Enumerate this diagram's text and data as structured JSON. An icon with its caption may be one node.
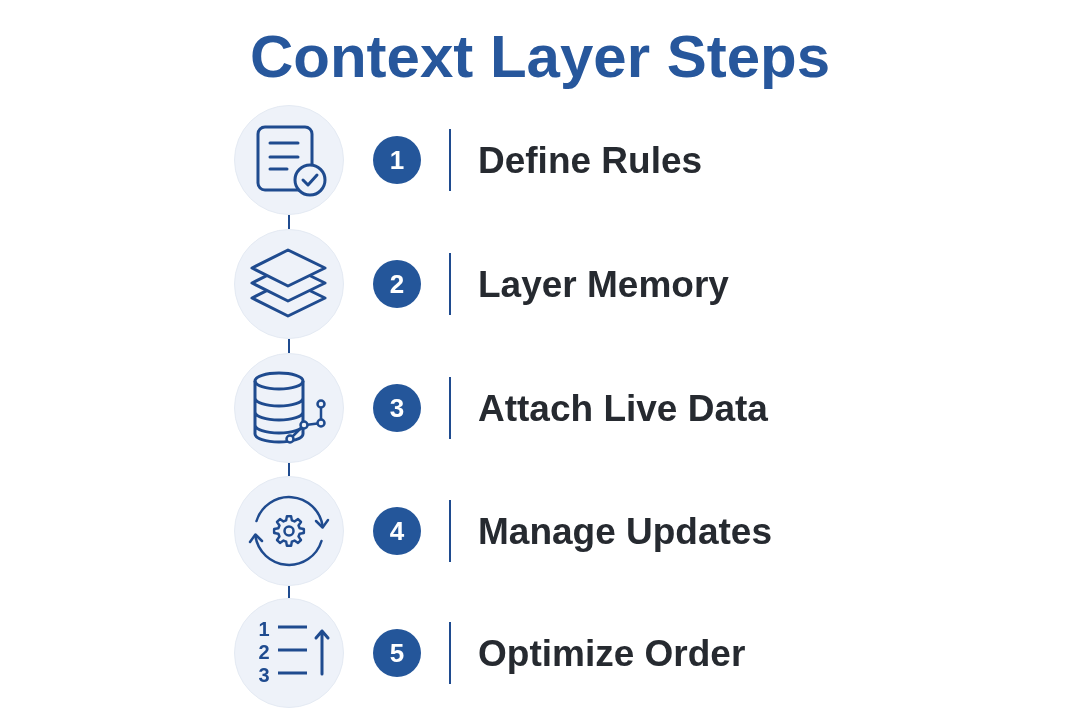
{
  "diagram": {
    "title": "Context Layer Steps",
    "nodes": [
      {
        "text": [],
        "shape": "picture"
      },
      {
        "text": [
          "1"
        ],
        "beside": [
          "Define Rules"
        ]
      },
      {
        "text": [],
        "shape": "picture"
      },
      {
        "text": [
          "2"
        ],
        "beside": [
          "Layer Memory"
        ]
      },
      {
        "text": [],
        "shape": "picture"
      },
      {
        "text": [
          "3"
        ],
        "beside": [
          "Attach Live Data"
        ]
      },
      {
        "text": [],
        "shape": "picture"
      },
      {
        "text": [
          "4"
        ],
        "beside": [
          "Manage Updates"
        ]
      },
      {
        "text": [],
        "shape": "picture"
      },
      {
        "text": [
          "5"
        ],
        "beside": [
          "Optimize Order"
        ]
      }
    ],
    "edges": [
      {
        "from": 0,
        "to": 2,
        "arrow": "none"
      },
      {
        "from": 2,
        "to": 4,
        "arrow": "none"
      },
      {
        "from": 4,
        "to": 6,
        "arrow": "none"
      },
      {
        "from": 6,
        "to": 8,
        "arrow": "none"
      }
    ],
    "labels": [
      "1",
      "2",
      "3"
    ]
  }
}
